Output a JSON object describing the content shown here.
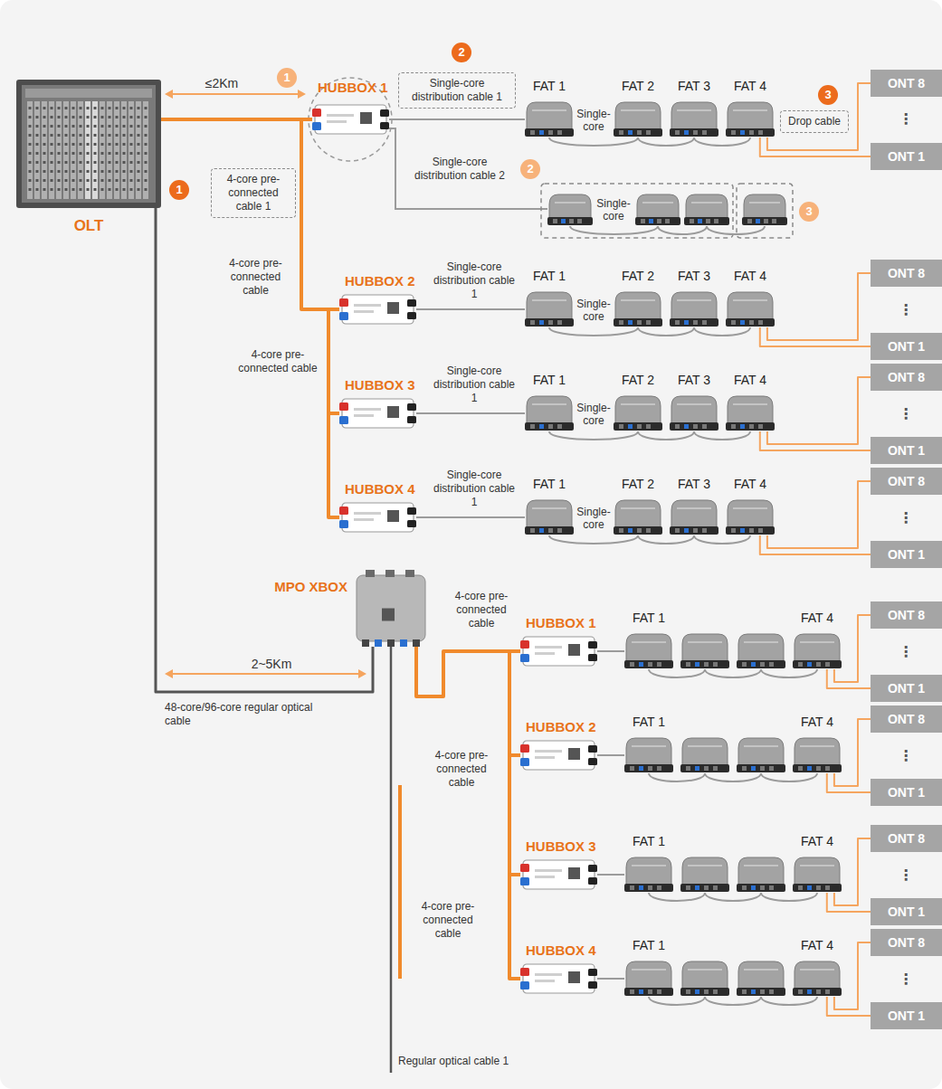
{
  "diagram": {
    "nodes": [
      {
        "text": [
          "OLT"
        ]
      },
      {
        "text": [
          "4-core pre-connected cable 1"
        ]
      },
      {
        "text": [
          "HUBBOX 1"
        ]
      },
      {
        "text": [
          "Single-core distribution cable 1"
        ]
      },
      {
        "text": [
          "FAT 1"
        ]
      },
      {
        "text": [
          "FAT 2"
        ]
      },
      {
        "text": [
          "FAT 3"
        ]
      },
      {
        "text": [
          "FAT 4"
        ]
      },
      {
        "text": [
          "Drop cable"
        ]
      },
      {
        "text": [
          "ONT 8"
        ]
      },
      {
        "text": [
          "ONT 1"
        ]
      },
      {
        "text": [
          "HUBBOX 2"
        ]
      },
      {
        "text": [
          "FAT 1"
        ]
      },
      {
        "text": [
          "FAT 2"
        ]
      },
      {
        "text": [
          "FAT 3"
        ]
      },
      {
        "text": [
          "FAT 4"
        ]
      },
      {
        "text": [
          "ONT 8"
        ]
      },
      {
        "text": [
          "ONT 1"
        ]
      },
      {
        "text": [
          "HUBBOX 3"
        ]
      },
      {
        "text": [
          "FAT 1"
        ]
      },
      {
        "text": [
          "FAT 2"
        ]
      },
      {
        "text": [
          "FAT 3"
        ]
      },
      {
        "text": [
          "FAT 4"
        ]
      },
      {
        "text": [
          "ONT 8"
        ]
      },
      {
        "text": [
          "ONT 1"
        ]
      },
      {
        "text": [
          "HUBBOX 4"
        ]
      },
      {
        "text": [
          "FAT 1"
        ]
      },
      {
        "text": [
          "FAT 2"
        ]
      },
      {
        "text": [
          "FAT 3"
        ]
      },
      {
        "text": [
          "FAT 4"
        ]
      },
      {
        "text": [
          "ONT 8"
        ]
      },
      {
        "text": [
          "ONT 1"
        ]
      },
      {
        "text": [
          "MPO XBOX"
        ]
      },
      {
        "text": [
          "HUBBOX 1"
        ]
      },
      {
        "text": [
          "FAT 1"
        ]
      },
      {
        "text": [
          "FAT 4"
        ]
      },
      {
        "text": [
          "ONT 8"
        ]
      },
      {
        "text": [
          "ONT 1"
        ]
      },
      {
        "text": [
          "HUBBOX 2"
        ]
      },
      {
        "text": [
          "FAT 1"
        ]
      },
      {
        "text": [
          "FAT 4"
        ]
      },
      {
        "text": [
          "ONT 8"
        ]
      },
      {
        "text": [
          "ONT 1"
        ]
      },
      {
        "text": [
          "HUBBOX 3"
        ]
      },
      {
        "text": [
          "FAT 1"
        ]
      },
      {
        "text": [
          "FAT 4"
        ]
      },
      {
        "text": [
          "ONT 8"
        ]
      },
      {
        "text": [
          "ONT 1"
        ]
      },
      {
        "text": [
          "HUBBOX 4"
        ]
      },
      {
        "text": [
          "FAT 1"
        ]
      },
      {
        "text": [
          "FAT 4"
        ]
      },
      {
        "text": [
          "ONT 8"
        ]
      },
      {
        "text": [
          "ONT 1"
        ]
      }
    ],
    "edges": [
      {
        "from": 0,
        "to": 2,
        "arrow": "none"
      },
      {
        "from": 2,
        "to": 11,
        "arrow": "none"
      },
      {
        "from": 11,
        "to": 18,
        "arrow": "none"
      },
      {
        "from": 18,
        "to": 25,
        "arrow": "none"
      },
      {
        "from": 2,
        "to": 4,
        "arrow": "none"
      },
      {
        "from": 4,
        "to": 5,
        "arrow": "none"
      },
      {
        "from": 5,
        "to": 6,
        "arrow": "none"
      },
      {
        "from": 6,
        "to": 7,
        "arrow": "none"
      },
      {
        "from": 7,
        "to": 9,
        "arrow": "none"
      },
      {
        "from": 7,
        "to": 10,
        "arrow": "none"
      },
      {
        "from": 11,
        "to": 12,
        "arrow": "none"
      },
      {
        "from": 12,
        "to": 13,
        "arrow": "none"
      },
      {
        "from": 13,
        "to": 14,
        "arrow": "none"
      },
      {
        "from": 14,
        "to": 15,
        "arrow": "none"
      },
      {
        "from": 15,
        "to": 16,
        "arrow": "none"
      },
      {
        "from": 15,
        "to": 17,
        "arrow": "none"
      },
      {
        "from": 18,
        "to": 19,
        "arrow": "none"
      },
      {
        "from": 19,
        "to": 20,
        "arrow": "none"
      },
      {
        "from": 20,
        "to": 21,
        "arrow": "none"
      },
      {
        "from": 21,
        "to": 22,
        "arrow": "none"
      },
      {
        "from": 22,
        "to": 23,
        "arrow": "none"
      },
      {
        "from": 22,
        "to": 24,
        "arrow": "none"
      },
      {
        "from": 25,
        "to": 26,
        "arrow": "none"
      },
      {
        "from": 26,
        "to": 27,
        "arrow": "none"
      },
      {
        "from": 27,
        "to": 28,
        "arrow": "none"
      },
      {
        "from": 28,
        "to": 29,
        "arrow": "none"
      },
      {
        "from": 29,
        "to": 30,
        "arrow": "none"
      },
      {
        "from": 29,
        "to": 31,
        "arrow": "none"
      },
      {
        "from": 0,
        "to": 32,
        "arrow": "none"
      },
      {
        "from": 32,
        "to": 33,
        "arrow": "none"
      },
      {
        "from": 33,
        "to": 38,
        "arrow": "none"
      },
      {
        "from": 38,
        "to": 43,
        "arrow": "none"
      },
      {
        "from": 43,
        "to": 48,
        "arrow": "none"
      },
      {
        "from": 33,
        "to": 34,
        "arrow": "none"
      },
      {
        "from": 35,
        "to": 36,
        "arrow": "none"
      },
      {
        "from": 35,
        "to": 37,
        "arrow": "none"
      },
      {
        "from": 38,
        "to": 39,
        "arrow": "none"
      },
      {
        "from": 40,
        "to": 41,
        "arrow": "none"
      },
      {
        "from": 40,
        "to": 42,
        "arrow": "none"
      },
      {
        "from": 43,
        "to": 44,
        "arrow": "none"
      },
      {
        "from": 45,
        "to": 46,
        "arrow": "none"
      },
      {
        "from": 45,
        "to": 47,
        "arrow": "none"
      },
      {
        "from": 48,
        "to": 49,
        "arrow": "none"
      },
      {
        "from": 50,
        "to": 51,
        "arrow": "none"
      },
      {
        "from": 50,
        "to": 52,
        "arrow": "none"
      }
    ],
    "labels": [
      "≤2Km",
      "1",
      "2",
      "Single-core",
      "3",
      "⋮",
      "Single-core distribution cable 2",
      "2",
      "Single-core",
      "3",
      "1",
      "4-core pre-connected cable",
      "Single-core distribution cable 1",
      "Single-core",
      "⋮",
      "4-core pre-connected cable",
      "Single-core distribution cable 1",
      "Single-core",
      "⋮",
      "Single-core distribution cable 1",
      "Single-core",
      "⋮",
      "2~5Km",
      "48-core/96-core regular optical cable",
      "4-core pre-connected cable",
      "⋮",
      "4-core pre-connected cable",
      "⋮",
      "⋮",
      "4-core pre-connected cable",
      "⋮",
      "Regular optical cable 1"
    ]
  }
}
